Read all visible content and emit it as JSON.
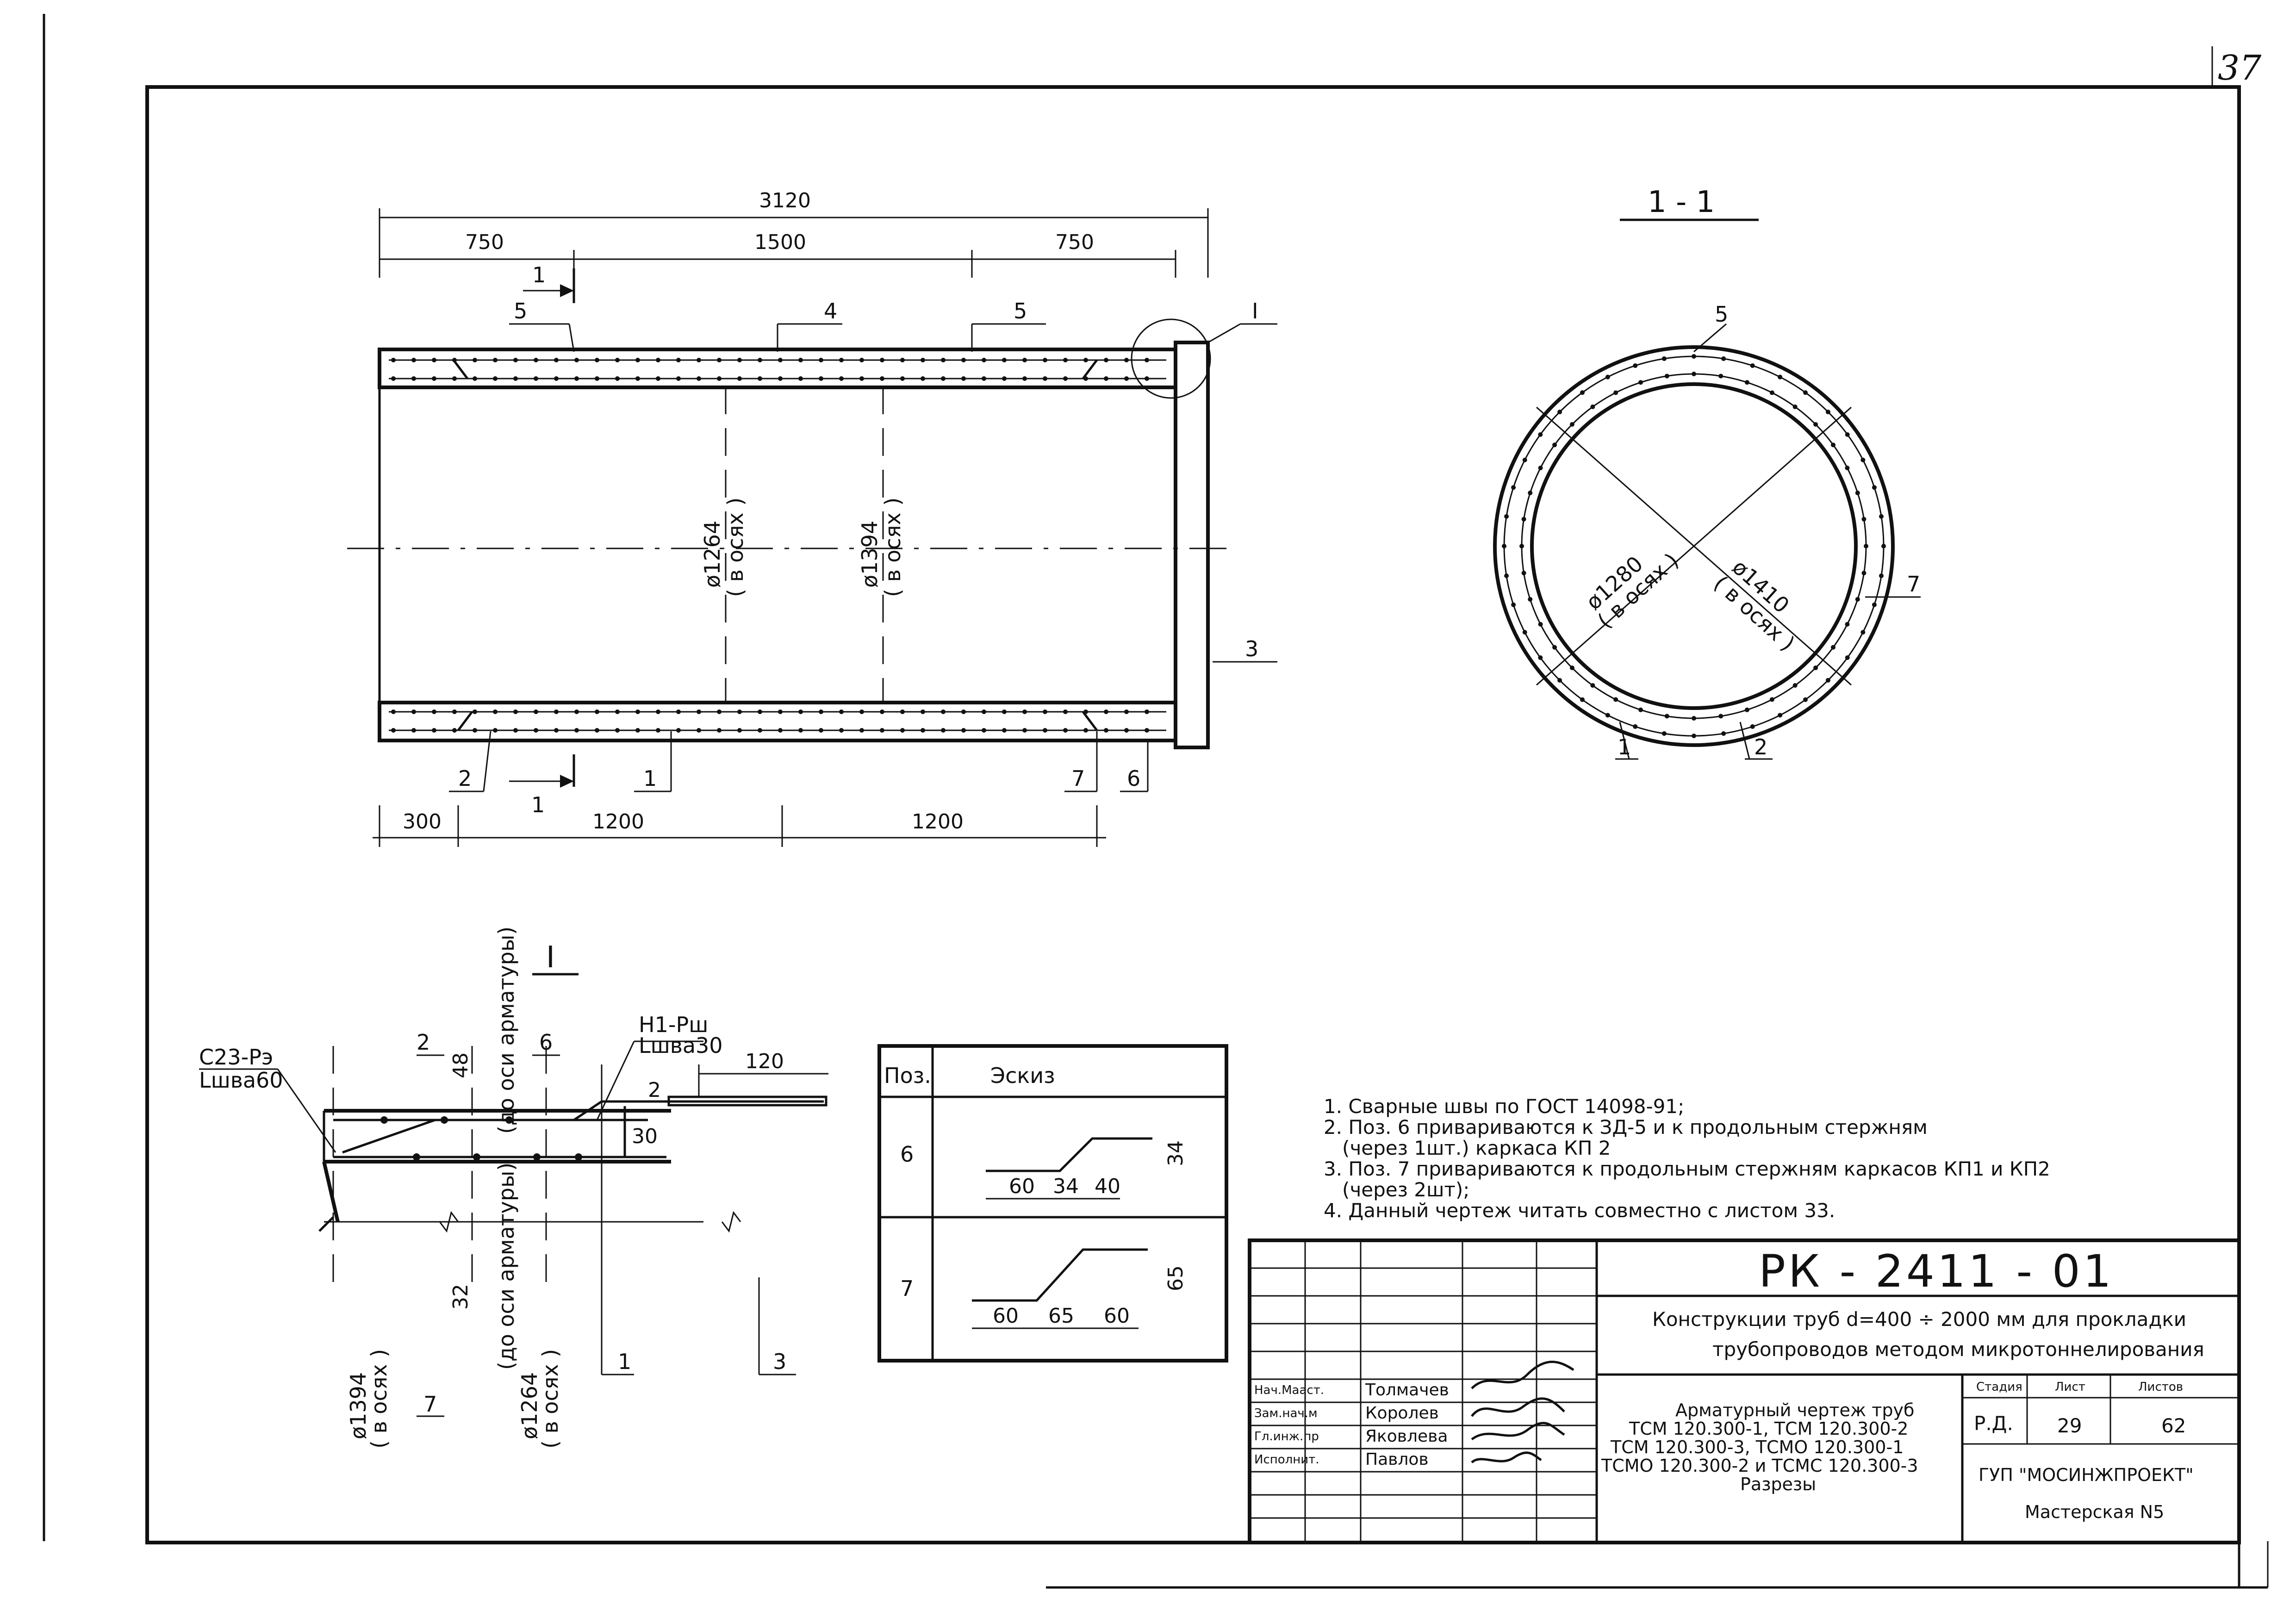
{
  "sheet": {
    "page_number": "37"
  },
  "elevation": {
    "total_length": "3120",
    "segments_top": [
      "750",
      "1500",
      "750"
    ],
    "segments_bottom": [
      "300",
      "1200",
      "1200"
    ],
    "diam_inner": "ø1264",
    "diam_outer": "ø1394",
    "axes_note": "( в осях )",
    "section_mark": "1",
    "detail_mark": "I",
    "pos_labels": {
      "p1": "1",
      "p2": "2",
      "p3": "3",
      "p4": "4",
      "p5a": "5",
      "p5b": "5",
      "p6": "6",
      "p7": "7"
    }
  },
  "section": {
    "title": "1 - 1",
    "diam_inner": "ø1280",
    "diam_outer": "ø1410",
    "axes_note": "( в осях )",
    "pos_labels": {
      "p1": "1",
      "p2": "2",
      "p5": "5",
      "p7": "7"
    }
  },
  "detail": {
    "title": "I",
    "weld1_label": "С23-Рэ",
    "weld1_len": "Lшва60",
    "weld2_label": "Н1-Рш",
    "weld2_len": "Lшва30",
    "dim_120": "120",
    "dim_48": "48",
    "dim_32": "32",
    "dim_30": "30",
    "dim_2": "2",
    "axis_arm_top": "(до оси арматуры)",
    "axis_arm_bottom": "(до оси арматуры)",
    "diam_outer": "ø1394",
    "diam_inner": "ø1264",
    "axes_note": "( в осях )",
    "pos_labels": {
      "p1": "1",
      "p2": "2",
      "p3": "3",
      "p6": "6",
      "p7": "7"
    }
  },
  "sketch_table": {
    "col_pos": "Поз.",
    "col_sketch": "Эскиз",
    "rows": [
      {
        "pos": "6",
        "dims": [
          "60",
          "34",
          "40"
        ],
        "height": "34"
      },
      {
        "pos": "7",
        "dims": [
          "60",
          "65",
          "60"
        ],
        "height": "65"
      }
    ]
  },
  "notes": [
    "1. Сварные швы по ГОСТ 14098-91;",
    "2. Поз. 6 привариваются к ЗД-5 и к продольным стержням",
    "   (через 1шт.) каркаса КП 2",
    "3. Поз. 7 привариваются к продольным стержням каркасов КП1 и КП2",
    "   (через 2шт);",
    "4. Данный чертеж читать совместно с листом 33."
  ],
  "title_block": {
    "doc_code": "РК - 2411 - 01",
    "project_title_1": "Конструкции труб d=400 ÷ 2000 мм для прокладки",
    "project_title_2": "трубопроводов методом микротоннелирования",
    "drawing_desc": [
      "Арматурный чертеж труб",
      "ТСМ 120.300-1, ТСМ 120.300-2",
      "ТСМ 120.300-3, ТСМО 120.300-1",
      "ТСМО 120.300-2 и ТСМС 120.300-3",
      "Разрезы"
    ],
    "head_stage": "Стадия",
    "head_sheet": "Лист",
    "head_sheets": "Листов",
    "stage": "Р.Д.",
    "sheet": "29",
    "sheets": "62",
    "org_1": "ГУП \"МОСИНЖПРОЕКТ\"",
    "org_2": "Мастерская N5",
    "roles": [
      "Нач.Мааст.",
      "Зам.нач.м",
      "Гл.инж.пр",
      "Исполнит."
    ],
    "names": [
      "Толмачев",
      "Королев",
      "Яковлева",
      "Павлов"
    ]
  }
}
